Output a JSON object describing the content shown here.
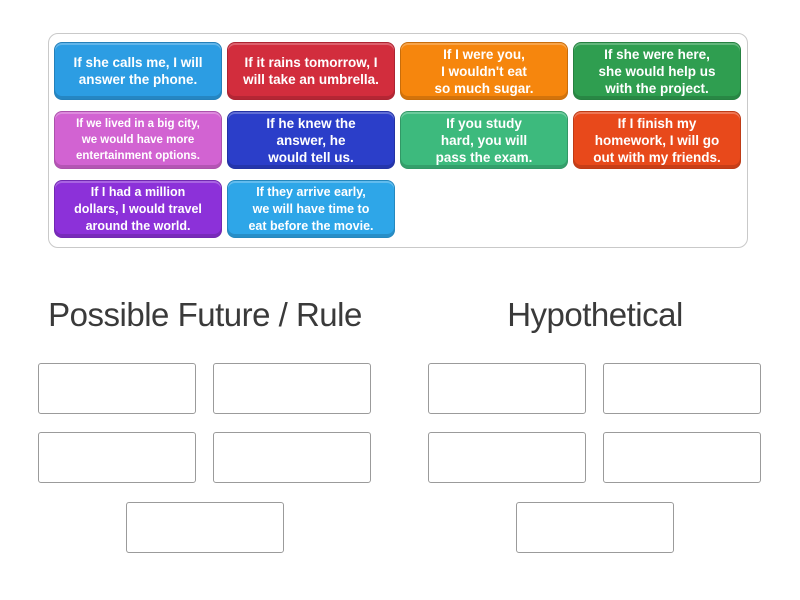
{
  "pool": {
    "tiles": [
      {
        "text": "If she calls me, I will\nanswer the phone.",
        "color": "#2c9de3"
      },
      {
        "text": "If it rains tomorrow, I\nwill take an umbrella.",
        "color": "#d22d3d"
      },
      {
        "text": "If I were you,\nI wouldn't eat\nso much sugar.",
        "color": "#f6860d"
      },
      {
        "text": "If she were here,\nshe would help us\nwith the project.",
        "color": "#2f9e50"
      },
      {
        "text": "If we lived in a big city,\nwe would have more\nentertainment options.",
        "color": "#d263d2"
      },
      {
        "text": "If he knew the\nanswer, he\nwould tell us.",
        "color": "#2b3ec9"
      },
      {
        "text": "If you study\nhard, you will\npass the exam.",
        "color": "#3dba7d"
      },
      {
        "text": "If I finish my\nhomework, I will go\nout with my friends.",
        "color": "#e8491b"
      },
      {
        "text": "If I had a million\ndollars, I would travel\naround the world.",
        "color": "#8c31d9"
      },
      {
        "text": "If they arrive early,\nwe will have time to\neat before the movie.",
        "color": "#2ea6e8"
      }
    ]
  },
  "groups": [
    {
      "label": "Possible Future / Rule",
      "slot_count": 5
    },
    {
      "label": "Hypothetical",
      "slot_count": 5
    }
  ]
}
